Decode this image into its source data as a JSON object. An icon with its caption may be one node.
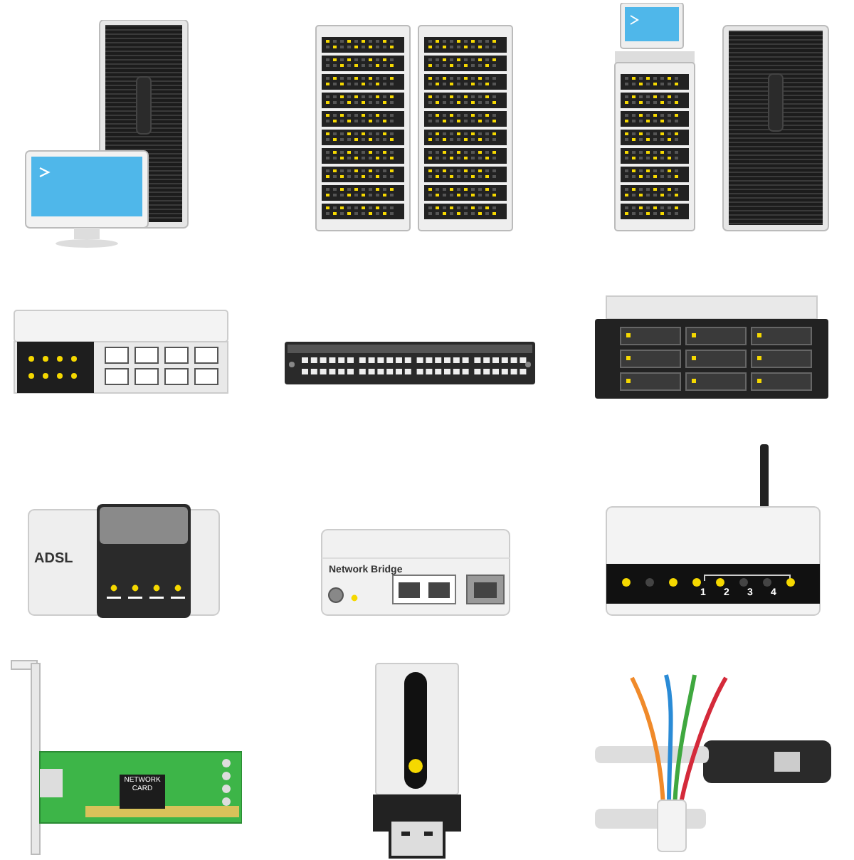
{
  "diagram": {
    "labels": [
      "ADSL",
      "Network Bridge",
      "1",
      "2",
      "3",
      "4",
      "NETWORK CARD"
    ]
  }
}
